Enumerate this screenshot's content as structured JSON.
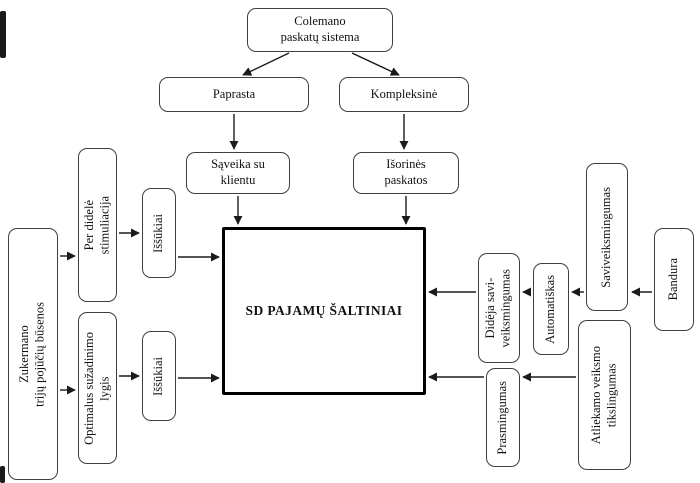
{
  "diagram": {
    "nodes": {
      "colemano": {
        "label": "Colemano\npaskatų sistema"
      },
      "paprasta": {
        "label": "Paprasta"
      },
      "kompleksine": {
        "label": "Kompleksinė"
      },
      "saveika": {
        "label": "Sąveika su\nklientu"
      },
      "isorines": {
        "label": "Išorinės\npaskatos"
      },
      "central": {
        "label": "SD PAJAMŲ ŠALTINIAI"
      },
      "zukermano": {
        "label": "Zukermano\ntrijų pojūčių būsenos"
      },
      "perdidele": {
        "label": "Per didelė\nstimuliacija"
      },
      "issukiai1": {
        "label": "Iššūkiai"
      },
      "optimalus": {
        "label": "Optimalus sužadinimo\nlygis"
      },
      "issukiai2": {
        "label": "Iššūkiai"
      },
      "saviveiksmingumas": {
        "label": "Saviveiksmingumas"
      },
      "bandura": {
        "label": "Bandura"
      },
      "dideja": {
        "label": "Didėja savi-\nveiksmingumas"
      },
      "automatiskas": {
        "label": "Automatiškas"
      },
      "atliekamo": {
        "label": "Atliekamo veiksmo\ntikslingumas"
      },
      "prasmingumas": {
        "label": "Prasmingumas"
      }
    },
    "colors": {
      "box_border": "#3f3f3f",
      "central_border": "#000000",
      "arrow": "#1b1b1b",
      "background": "#ffffff"
    },
    "arrows": [
      [
        289,
        53,
        243,
        75
      ],
      [
        352,
        53,
        399,
        75
      ],
      [
        234,
        114,
        234,
        149
      ],
      [
        404,
        114,
        404,
        149
      ],
      [
        238,
        196,
        238,
        224
      ],
      [
        406,
        196,
        406,
        224
      ],
      [
        60,
        256,
        75,
        256
      ],
      [
        60,
        390,
        75,
        390
      ],
      [
        119,
        233,
        139,
        233
      ],
      [
        178,
        257,
        219,
        257
      ],
      [
        119,
        376,
        139,
        376
      ],
      [
        178,
        378,
        219,
        378
      ],
      [
        652,
        292,
        632,
        292
      ],
      [
        584,
        292,
        572,
        292
      ],
      [
        531,
        292,
        523,
        292
      ],
      [
        476,
        292,
        429,
        292
      ],
      [
        576,
        377,
        523,
        377
      ],
      [
        484,
        377,
        429,
        377
      ]
    ]
  }
}
